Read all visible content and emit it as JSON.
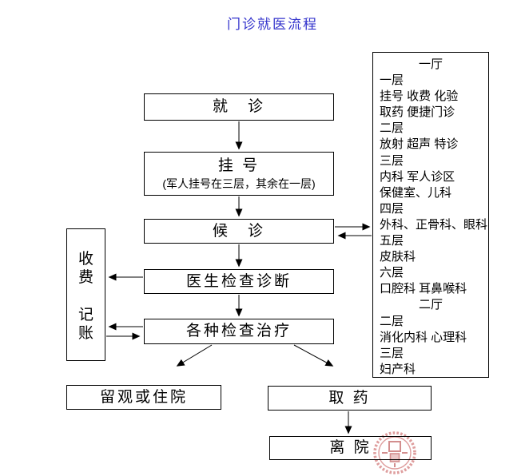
{
  "title": {
    "text": "门诊就医流程",
    "color": "#3333CC"
  },
  "nodes": {
    "visit": "就　诊",
    "register": "挂 号",
    "register_note": "(军人挂号在三层，其余在一层)",
    "wait": "候　诊",
    "doctor_exam": "医生检查诊断",
    "treatments": "各种检查治疗",
    "observe_or_admit": "留观或住院",
    "take_medicine": "取 药",
    "leave": "离 院"
  },
  "fee_box": {
    "chars": [
      "收",
      "费",
      "记",
      "账"
    ]
  },
  "legend": {
    "lines": [
      {
        "text": "一厅"
      },
      {
        "text": "一层"
      },
      {
        "text": "挂号 收费 化验"
      },
      {
        "text": "取药 便捷门诊"
      },
      {
        "text": "二层"
      },
      {
        "text": "放射 超声 特诊"
      },
      {
        "text": "三层"
      },
      {
        "text": "内科 军人诊区"
      },
      {
        "text": "保健室、儿科"
      },
      {
        "text": "四层"
      },
      {
        "text": "外科、正骨科、眼科"
      },
      {
        "text": "五层"
      },
      {
        "text": "皮肤科"
      },
      {
        "text": "六层"
      },
      {
        "text": "口腔科 耳鼻喉科"
      },
      {
        "text": "二厅"
      },
      {
        "text": "二层"
      },
      {
        "text": "消化内科 心理科"
      },
      {
        "text": "三层"
      },
      {
        "text": "妇产科"
      }
    ]
  },
  "colors": {
    "title_text": "#3333CC",
    "connector_line": "#000000",
    "seal_red": "#D98C8C"
  }
}
